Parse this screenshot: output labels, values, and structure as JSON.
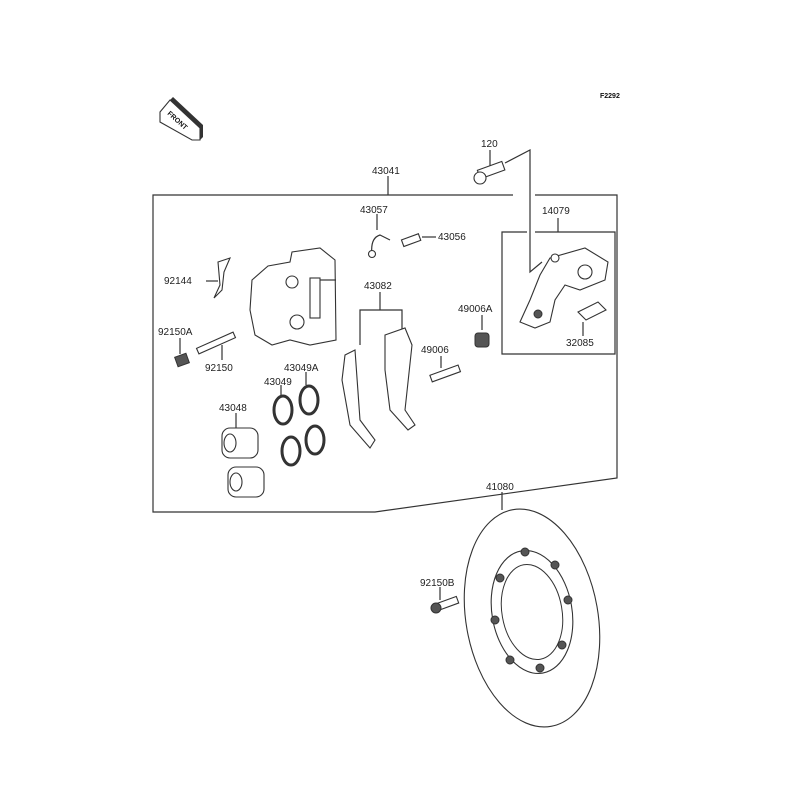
{
  "diagram": {
    "figure_code": "F2292",
    "front_badge": "FRONT",
    "parts": {
      "p120": "120",
      "p43041": "43041",
      "p43057": "43057",
      "p43056": "43056",
      "p14079": "14079",
      "p92144": "92144",
      "p43082": "43082",
      "p49006A": "49006A",
      "p92150A": "92150A",
      "p32085": "32085",
      "p49006": "49006",
      "p92150": "92150",
      "p43049A": "43049A",
      "p43049": "43049",
      "p43048": "43048",
      "p41080": "41080",
      "p92150B": "92150B"
    }
  }
}
